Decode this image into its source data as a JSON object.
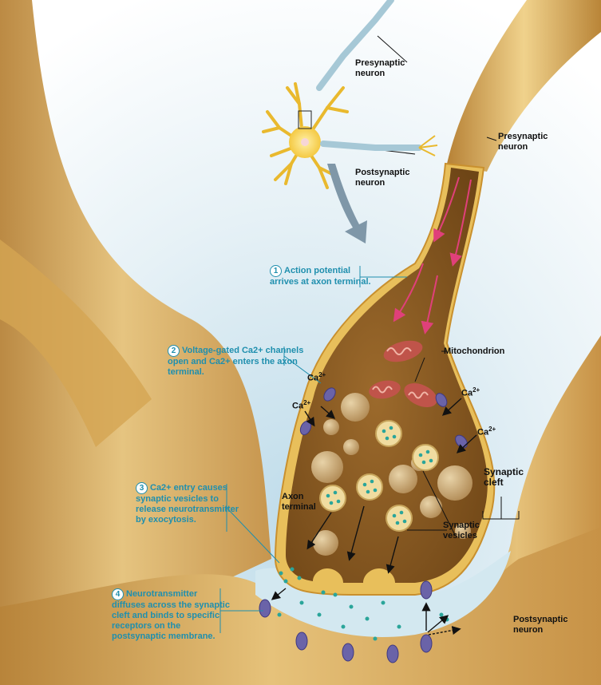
{
  "labels": {
    "presynaptic_top": [
      "Presynaptic",
      "neuron"
    ],
    "postsynaptic_top": [
      "Postsynaptic",
      "neuron"
    ],
    "presynaptic_right": [
      "Presynaptic",
      "neuron"
    ],
    "mitochondrion": "Mitochondrion",
    "synaptic_cleft": [
      "Synaptic",
      "cleft"
    ],
    "axon_terminal": [
      "Axon",
      "terminal"
    ],
    "synaptic_vesicles": [
      "Synaptic",
      "vesicles"
    ],
    "postsynaptic_bottom": [
      "Postsynaptic",
      "neuron"
    ]
  },
  "ion": {
    "base": "Ca",
    "charge": "2+"
  },
  "steps": [
    {
      "num": "1",
      "lines": [
        "Action potential",
        "arrives at axon terminal."
      ]
    },
    {
      "num": "2",
      "lines": [
        "Voltage-gated Ca2+ channels",
        "open and Ca2+ enters the axon",
        "terminal."
      ]
    },
    {
      "num": "3",
      "lines": [
        "Ca2+ entry causes",
        "synaptic vesicles to",
        "release neurotransmitter",
        "by exocytosis."
      ]
    },
    {
      "num": "4",
      "lines": [
        "Neurotransmitter",
        "diffuses across the synaptic",
        "cleft and binds to specific",
        "receptors on the",
        "postsynaptic membrane."
      ]
    }
  ],
  "colors": {
    "neuron_fill": "#c9973f",
    "terminal_interior": "#8a5a22",
    "cleft_fluid": "#dcecf3",
    "step_text": "#1f8fae",
    "channel": "#6a63a8",
    "neurotransmitter": "#2aa59a",
    "action_potential_arrow": "#e0407a",
    "mitochondrion": "#b8483a"
  }
}
